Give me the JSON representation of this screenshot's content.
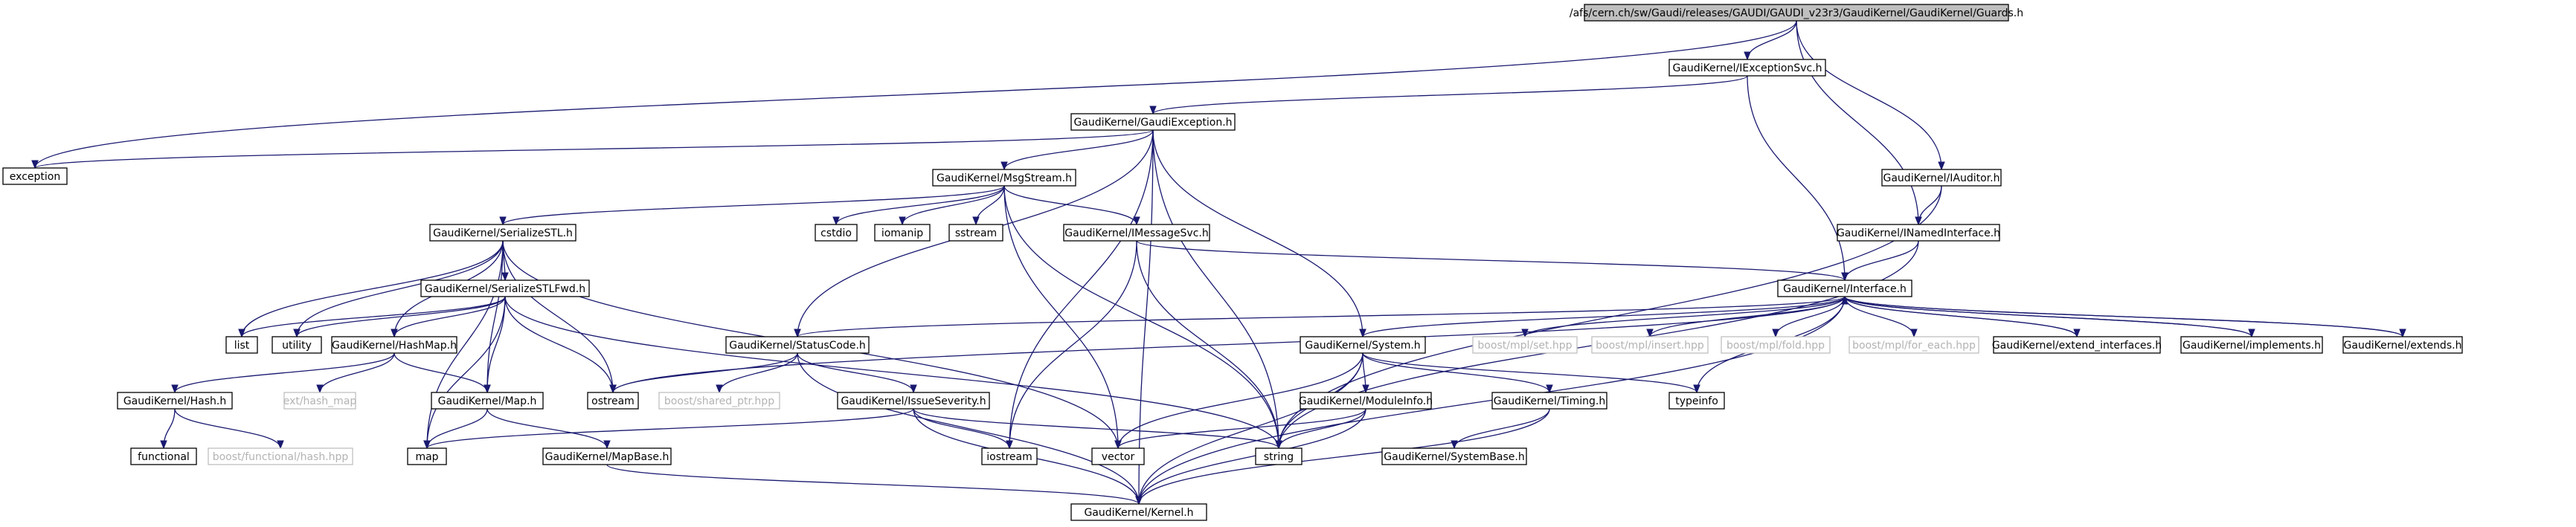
{
  "graph": {
    "nodes": [
      {
        "id": "guards",
        "label": "/afs/cern.ch/sw/Gaudi/releases/GAUDI/GAUDI_v23r3/GaudiKernel/GaudiKernel/Guards.h",
        "kind": "root"
      },
      {
        "id": "iexceptionsvc",
        "label": "GaudiKernel/IExceptionSvc.h",
        "kind": "int"
      },
      {
        "id": "gaudiexception",
        "label": "GaudiKernel/GaudiException.h",
        "kind": "int"
      },
      {
        "id": "exception",
        "label": "exception",
        "kind": "int"
      },
      {
        "id": "iauditor",
        "label": "GaudiKernel/IAuditor.h",
        "kind": "int"
      },
      {
        "id": "msgstream",
        "label": "GaudiKernel/MsgStream.h",
        "kind": "int"
      },
      {
        "id": "inamedinterface",
        "label": "GaudiKernel/INamedInterface.h",
        "kind": "int"
      },
      {
        "id": "serializestl",
        "label": "GaudiKernel/SerializeSTL.h",
        "kind": "int"
      },
      {
        "id": "cstdio",
        "label": "cstdio",
        "kind": "int"
      },
      {
        "id": "iomanip",
        "label": "iomanip",
        "kind": "int"
      },
      {
        "id": "sstream",
        "label": "sstream",
        "kind": "int"
      },
      {
        "id": "imessagesvc",
        "label": "GaudiKernel/IMessageSvc.h",
        "kind": "int"
      },
      {
        "id": "serializestlfwd",
        "label": "GaudiKernel/SerializeSTLFwd.h",
        "kind": "int"
      },
      {
        "id": "interface",
        "label": "GaudiKernel/Interface.h",
        "kind": "int"
      },
      {
        "id": "list",
        "label": "list",
        "kind": "int"
      },
      {
        "id": "utility",
        "label": "utility",
        "kind": "int"
      },
      {
        "id": "hashmap",
        "label": "GaudiKernel/HashMap.h",
        "kind": "int"
      },
      {
        "id": "statuscode",
        "label": "GaudiKernel/StatusCode.h",
        "kind": "int"
      },
      {
        "id": "system",
        "label": "GaudiKernel/System.h",
        "kind": "int"
      },
      {
        "id": "setHpp",
        "label": "boost/mpl/set.hpp",
        "kind": "ext"
      },
      {
        "id": "insertHpp",
        "label": "boost/mpl/insert.hpp",
        "kind": "ext"
      },
      {
        "id": "foldHpp",
        "label": "boost/mpl/fold.hpp",
        "kind": "ext"
      },
      {
        "id": "foreachHpp",
        "label": "boost/mpl/for_each.hpp",
        "kind": "ext"
      },
      {
        "id": "extendinterfaces",
        "label": "GaudiKernel/extend_interfaces.h",
        "kind": "int"
      },
      {
        "id": "implements",
        "label": "GaudiKernel/implements.h",
        "kind": "int"
      },
      {
        "id": "extends",
        "label": "GaudiKernel/extends.h",
        "kind": "int"
      },
      {
        "id": "exthashmap",
        "label": "ext/hash_map",
        "kind": "ext"
      },
      {
        "id": "ostream",
        "label": "ostream",
        "kind": "int"
      },
      {
        "id": "sharedptr",
        "label": "boost/shared_ptr.hpp",
        "kind": "ext"
      },
      {
        "id": "typeinfo",
        "label": "typeinfo",
        "kind": "int"
      },
      {
        "id": "hash",
        "label": "GaudiKernel/Hash.h",
        "kind": "int"
      },
      {
        "id": "mapH",
        "label": "GaudiKernel/Map.h",
        "kind": "int"
      },
      {
        "id": "issueseverity",
        "label": "GaudiKernel/IssueSeverity.h",
        "kind": "int"
      },
      {
        "id": "moduleinfo",
        "label": "GaudiKernel/ModuleInfo.h",
        "kind": "int"
      },
      {
        "id": "timing",
        "label": "GaudiKernel/Timing.h",
        "kind": "int"
      },
      {
        "id": "functional",
        "label": "functional",
        "kind": "int"
      },
      {
        "id": "boosthash",
        "label": "boost/functional/hash.hpp",
        "kind": "ext"
      },
      {
        "id": "map",
        "label": "map",
        "kind": "int"
      },
      {
        "id": "mapbase",
        "label": "GaudiKernel/MapBase.h",
        "kind": "int"
      },
      {
        "id": "iostream",
        "label": "iostream",
        "kind": "int"
      },
      {
        "id": "vector",
        "label": "vector",
        "kind": "int"
      },
      {
        "id": "string",
        "label": "string",
        "kind": "int"
      },
      {
        "id": "systembase",
        "label": "GaudiKernel/SystemBase.h",
        "kind": "int"
      },
      {
        "id": "kernel",
        "label": "GaudiKernel/Kernel.h",
        "kind": "int"
      }
    ],
    "edges": [
      [
        "guards",
        "iexceptionsvc"
      ],
      [
        "guards",
        "exception"
      ],
      [
        "guards",
        "iauditor"
      ],
      [
        "guards",
        "inamedinterface"
      ],
      [
        "iexceptionsvc",
        "gaudiexception"
      ],
      [
        "iexceptionsvc",
        "interface"
      ],
      [
        "gaudiexception",
        "exception"
      ],
      [
        "gaudiexception",
        "msgstream"
      ],
      [
        "gaudiexception",
        "statuscode"
      ],
      [
        "gaudiexception",
        "system"
      ],
      [
        "gaudiexception",
        "iostream"
      ],
      [
        "gaudiexception",
        "string"
      ],
      [
        "gaudiexception",
        "kernel"
      ],
      [
        "iauditor",
        "inamedinterface"
      ],
      [
        "iauditor",
        "string"
      ],
      [
        "inamedinterface",
        "interface"
      ],
      [
        "inamedinterface",
        "string"
      ],
      [
        "msgstream",
        "serializestl"
      ],
      [
        "msgstream",
        "cstdio"
      ],
      [
        "msgstream",
        "iomanip"
      ],
      [
        "msgstream",
        "sstream"
      ],
      [
        "msgstream",
        "imessagesvc"
      ],
      [
        "msgstream",
        "vector"
      ],
      [
        "msgstream",
        "string"
      ],
      [
        "imessagesvc",
        "interface"
      ],
      [
        "imessagesvc",
        "iostream"
      ],
      [
        "imessagesvc",
        "string"
      ],
      [
        "serializestl",
        "serializestlfwd"
      ],
      [
        "serializestl",
        "list"
      ],
      [
        "serializestl",
        "utility"
      ],
      [
        "serializestl",
        "hashmap"
      ],
      [
        "serializestl",
        "mapH"
      ],
      [
        "serializestl",
        "ostream"
      ],
      [
        "serializestl",
        "map"
      ],
      [
        "serializestl",
        "vector"
      ],
      [
        "serializestlfwd",
        "list"
      ],
      [
        "serializestlfwd",
        "utility"
      ],
      [
        "serializestlfwd",
        "hashmap"
      ],
      [
        "serializestlfwd",
        "mapH"
      ],
      [
        "serializestlfwd",
        "ostream"
      ],
      [
        "serializestlfwd",
        "map"
      ],
      [
        "serializestlfwd",
        "string"
      ],
      [
        "hashmap",
        "hash"
      ],
      [
        "hashmap",
        "exthashmap"
      ],
      [
        "hashmap",
        "mapH"
      ],
      [
        "hash",
        "functional"
      ],
      [
        "hash",
        "boosthash"
      ],
      [
        "mapH",
        "map"
      ],
      [
        "mapH",
        "mapbase"
      ],
      [
        "mapbase",
        "kernel"
      ],
      [
        "interface",
        "statuscode"
      ],
      [
        "interface",
        "system"
      ],
      [
        "interface",
        "setHpp"
      ],
      [
        "interface",
        "insertHpp"
      ],
      [
        "interface",
        "foldHpp"
      ],
      [
        "interface",
        "foreachHpp"
      ],
      [
        "interface",
        "extendinterfaces"
      ],
      [
        "interface",
        "implements"
      ],
      [
        "interface",
        "extends"
      ],
      [
        "interface",
        "ostream"
      ],
      [
        "interface",
        "typeinfo"
      ],
      [
        "interface",
        "kernel"
      ],
      [
        "extendinterfaces",
        "interface"
      ],
      [
        "implements",
        "interface"
      ],
      [
        "extends",
        "interface"
      ],
      [
        "statuscode",
        "ostream"
      ],
      [
        "statuscode",
        "sharedptr"
      ],
      [
        "statuscode",
        "issueseverity"
      ],
      [
        "statuscode",
        "kernel"
      ],
      [
        "issueseverity",
        "map"
      ],
      [
        "issueseverity",
        "iostream"
      ],
      [
        "issueseverity",
        "string"
      ],
      [
        "issueseverity",
        "kernel"
      ],
      [
        "system",
        "moduleinfo"
      ],
      [
        "system",
        "timing"
      ],
      [
        "system",
        "typeinfo"
      ],
      [
        "system",
        "string"
      ],
      [
        "system",
        "vector"
      ],
      [
        "system",
        "kernel"
      ],
      [
        "moduleinfo",
        "string"
      ],
      [
        "moduleinfo",
        "vector"
      ],
      [
        "moduleinfo",
        "kernel"
      ],
      [
        "timing",
        "systembase"
      ],
      [
        "timing",
        "kernel"
      ]
    ]
  }
}
